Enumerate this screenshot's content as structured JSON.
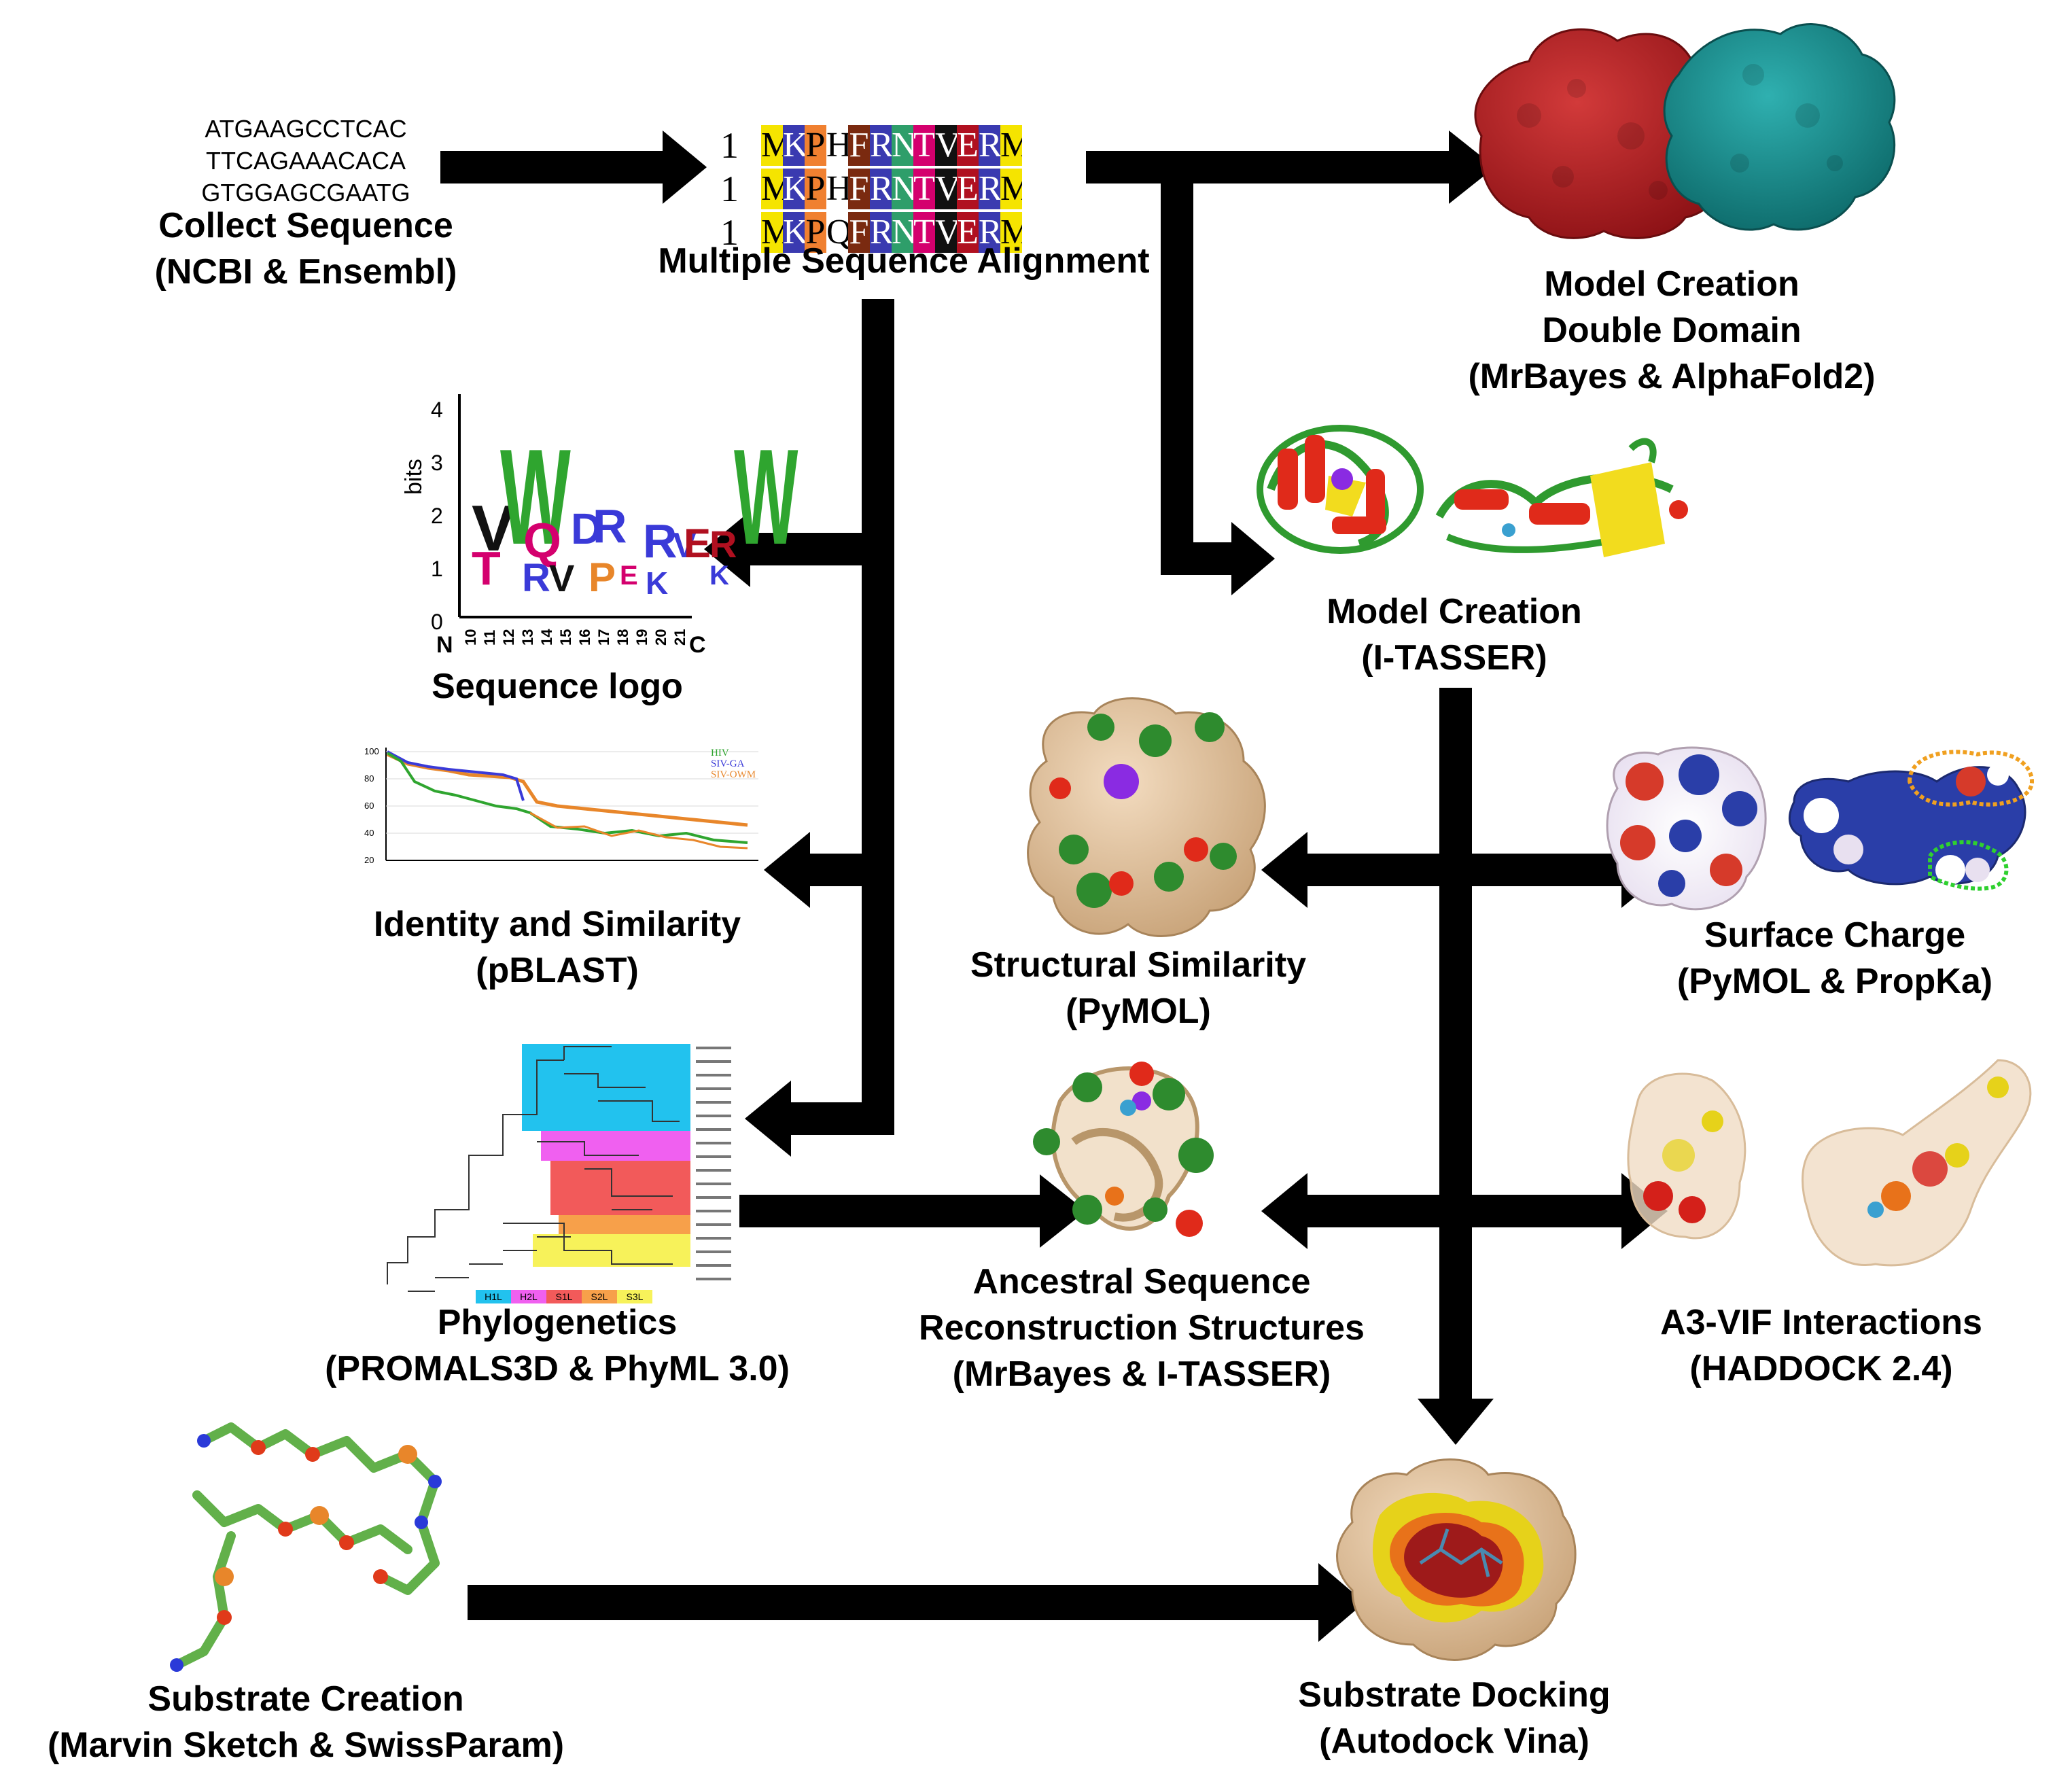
{
  "sequence_input": {
    "lines": [
      "ATGAAGCCTCAC",
      "TTCAGAAACACA",
      "GTGGAGCGAATG"
    ]
  },
  "msa": {
    "rows": [
      {
        "num": "1",
        "residues": [
          "M",
          "K",
          "P",
          "H",
          "F",
          "R",
          "N",
          "T",
          "V",
          "E",
          "R",
          "M"
        ]
      },
      {
        "num": "1",
        "residues": [
          "M",
          "K",
          "P",
          "H",
          "F",
          "R",
          "N",
          "T",
          "V",
          "E",
          "R",
          "M"
        ]
      },
      {
        "num": "1",
        "residues": [
          "M",
          "K",
          "P",
          "Q",
          "F",
          "R",
          "N",
          "T",
          "V",
          "E",
          "R",
          "M"
        ]
      }
    ],
    "colors": {
      "M": "#f5e400",
      "K": "#3a3ab0",
      "P": "#f08030",
      "H": "#ffffff",
      "Q": "#ffffff",
      "F": "#7a2a10",
      "R": "#3a3ab0",
      "N": "#2e9e6a",
      "T": "#d4006e",
      "V": "#111111",
      "E": "#b01020"
    }
  },
  "logo": {
    "ylabel": "bits",
    "yticks": [
      "4",
      "3",
      "2",
      "1",
      "0"
    ],
    "xticks": [
      "10",
      "11",
      "12",
      "13",
      "14",
      "15",
      "16",
      "17",
      "18",
      "19",
      "20",
      "21"
    ],
    "n_label": "N",
    "c_label": "C"
  },
  "identity_plot": {
    "yticks": [
      "100",
      "80",
      "60",
      "40",
      "20"
    ],
    "legend": [
      "HIV",
      "SIV-GA",
      "SIV-OWM"
    ],
    "legend_colors": [
      "#2fa52f",
      "#3a3ad8",
      "#e8862a"
    ]
  },
  "phylo": {
    "bands": [
      "H1L",
      "H2L",
      "S1L",
      "S2L",
      "S3L"
    ],
    "band_colors": [
      "#22c2ee",
      "#f060f0",
      "#f25a5a",
      "#f7a04a",
      "#f7f25a"
    ]
  },
  "labels": {
    "collect": [
      "Collect Sequence",
      "(NCBI & Ensembl)"
    ],
    "msa": [
      "Multiple Sequence Alignment"
    ],
    "double_domain": [
      "Model Creation",
      "Double Domain",
      "(MrBayes & AlphaFold2)"
    ],
    "itasser": [
      "Model Creation",
      "(I-TASSER)"
    ],
    "logo": [
      "Sequence logo"
    ],
    "identity": [
      "Identity and Similarity",
      "(pBLAST)"
    ],
    "structural": [
      "Structural Similarity",
      "(PyMOL)"
    ],
    "surface": [
      "Surface Charge",
      "(PyMOL & PropKa)"
    ],
    "phylo": [
      "Phylogenetics",
      "(PROMALS3D & PhyML 3.0)"
    ],
    "ancestral": [
      "Ancestral Sequence",
      "Reconstruction Structures",
      "(MrBayes & I-TASSER)"
    ],
    "a3vif": [
      "A3-VIF Interactions",
      "(HADDOCK 2.4)"
    ],
    "substrate_creation": [
      "Substrate Creation",
      "(Marvin Sketch & SwissParam)"
    ],
    "substrate_docking": [
      "Substrate Docking",
      "(Autodock Vina)"
    ]
  },
  "colors": {
    "arrow": "#000000",
    "dd_red": "#b01c22",
    "dd_teal": "#198c8c",
    "helix": "#e02a1a",
    "sheet": "#f2dc1e",
    "loop": "#2f9a2f",
    "tan": "#e8c9a0",
    "green": "#2e8b2e",
    "purple": "#8a2be2",
    "blue": "#2a3ea8",
    "charge_red": "#d63a2a",
    "dock_red": "#9e1a1a",
    "dock_orange": "#e8721a",
    "dock_yellow": "#e6d21a"
  }
}
